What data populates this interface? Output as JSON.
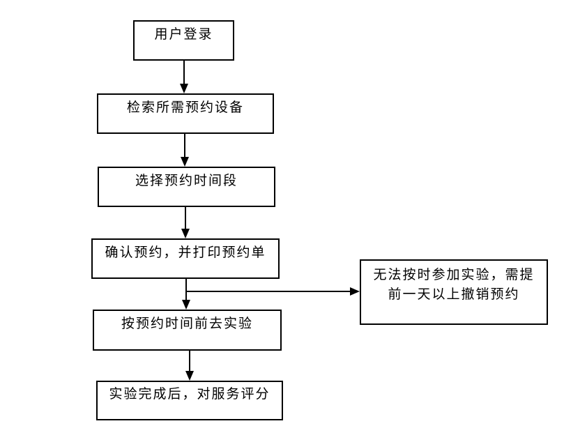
{
  "flowchart": {
    "nodes": [
      {
        "id": "user-login",
        "label": "用户登录"
      },
      {
        "id": "search-equipment",
        "label": "检索所需预约设备"
      },
      {
        "id": "select-timeslot",
        "label": "选择预约时间段"
      },
      {
        "id": "confirm-print",
        "label": "确认预约，并打印预约单"
      },
      {
        "id": "attend-experiment",
        "label": "按预约时间前去实验"
      },
      {
        "id": "rate-service",
        "label": "实验完成后，对服务评分"
      }
    ],
    "side_note": {
      "lines": [
        "无法按时参加实验，需提",
        "前一天以上撤销预约"
      ]
    },
    "edges": [
      {
        "from": "user-login",
        "to": "search-equipment"
      },
      {
        "from": "search-equipment",
        "to": "select-timeslot"
      },
      {
        "from": "select-timeslot",
        "to": "confirm-print"
      },
      {
        "from": "confirm-print",
        "to": "attend-experiment"
      },
      {
        "from": "confirm-print",
        "to": "cancel-note"
      },
      {
        "from": "attend-experiment",
        "to": "rate-service"
      }
    ],
    "colors": {
      "line": "#000000",
      "box_border": "#000000",
      "background": "#ffffff",
      "text": "#000000"
    }
  }
}
